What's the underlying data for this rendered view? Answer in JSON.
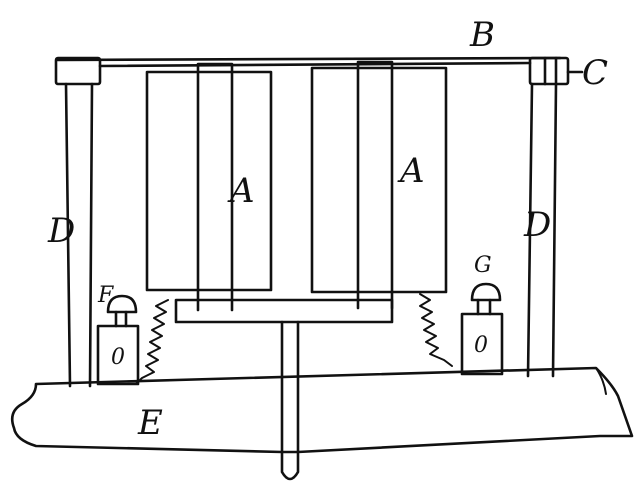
{
  "labels": {
    "plate_left": "A",
    "plate_right": "A",
    "top_bar": "B",
    "top_clamp": "C",
    "pillar_left": "D",
    "pillar_right": "D",
    "base": "E",
    "terminal_left": "F",
    "terminal_right": "G",
    "terminal_mark_left": "0",
    "terminal_mark_right": "0"
  },
  "colors": {
    "ink": "#111111",
    "paper": "#ffffff"
  }
}
